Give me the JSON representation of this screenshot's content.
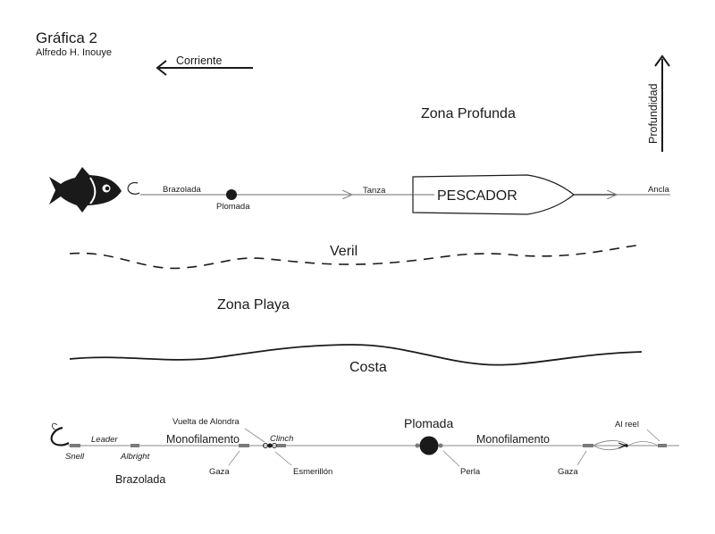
{
  "header": {
    "title": "Gráfica 2",
    "author": "Alfredo H. Inouye"
  },
  "current_label": "Corriente",
  "depth_label": "Profundidad",
  "zones": {
    "deep": "Zona Profunda",
    "dropoff": "Veril",
    "shallow": "Zona Playa",
    "shore": "Costa"
  },
  "top_rig": {
    "leader": "Brazolada",
    "sinker": "Plomada",
    "line": "Tanza",
    "boat": "PESCADOR",
    "anchor": "Ancla"
  },
  "bottom_rig": {
    "snell": "Snell",
    "leader": "Leader",
    "albright": "Albright",
    "leader_assembly": "Brazolada",
    "mono_left": "Monofilamento",
    "lark_knot": "Vuelta de Alondra",
    "clinch": "Clinch",
    "loop_left": "Gaza",
    "swivel": "Esmerillón",
    "sinker": "Plomada",
    "bead": "Perla",
    "mono_right": "Monofilamento",
    "loop_right": "Gaza",
    "to_reel": "Al reel"
  },
  "colors": {
    "ink": "#1a1a1a",
    "line": "#8a8a8a",
    "knot": "#7a7a7a"
  }
}
